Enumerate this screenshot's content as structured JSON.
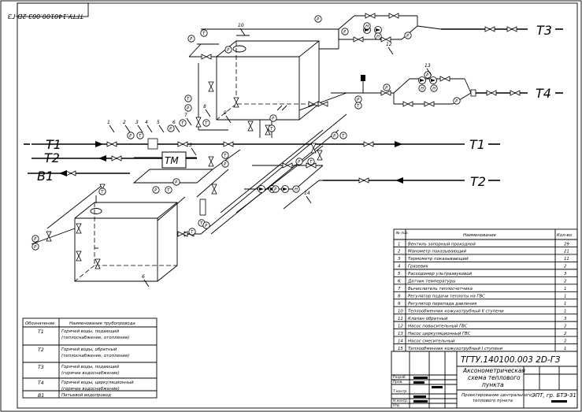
{
  "stamp_top": "ТГТУ.140100.003 2D-ГЗ",
  "stamp_doc": "ТГТУ.140100.003 2D-ГЗ",
  "title_block": {
    "title_lines": [
      "Аксонометрическая",
      "схема теплового",
      "пункта"
    ],
    "subtitle_lines": [
      "Проектирование центрального",
      "теплового пункта"
    ],
    "org": "ЭПТ, гр. БТЭ-31",
    "left_labels": [
      "Разраб.",
      "Пров.",
      "Т.контр.",
      "Н.контр.",
      "Утв."
    ]
  },
  "pipe_labels": {
    "t1_in": "T1",
    "t2_in": "T2",
    "b1_in": "B1",
    "t1_out": "T1",
    "t2_out": "T2",
    "t3_out": "T3",
    "t4_out": "T4"
  },
  "device_labels": {
    "meter": "ТМ",
    "callouts": [
      "1",
      "2",
      "3",
      "4",
      "5",
      "6",
      "7",
      "8",
      "9",
      "10",
      "12",
      "13",
      "14",
      "3",
      "6"
    ],
    "gauge_p": "P",
    "gauge_t": "T",
    "pump_h": "H"
  },
  "spec_table": {
    "headers": {
      "pos": "№ поз.",
      "name": "Наименование",
      "qty": "Кол-во"
    },
    "rows": [
      {
        "pos": "1",
        "name": "Вентиль запорный проходной",
        "qty": "29"
      },
      {
        "pos": "2",
        "name": "Манометр показывающий",
        "qty": "21"
      },
      {
        "pos": "3",
        "name": "Термометр показывающий",
        "qty": "11"
      },
      {
        "pos": "4",
        "name": "Грязевик",
        "qty": "2"
      },
      {
        "pos": "5",
        "name": "Расходомер ультразвуковой",
        "qty": "3"
      },
      {
        "pos": "6",
        "name": "Датчик температуры",
        "qty": "2"
      },
      {
        "pos": "7",
        "name": "Вычислитель теплосчетчика",
        "qty": "1"
      },
      {
        "pos": "8",
        "name": "Регулятор подачи теплоты на ГВС",
        "qty": "1"
      },
      {
        "pos": "9",
        "name": "Регулятор перепада давления",
        "qty": "1"
      },
      {
        "pos": "10",
        "name": "Теплообменник кожухотрубный II ступени",
        "qty": "1"
      },
      {
        "pos": "11",
        "name": "Клапан обратный",
        "qty": "3"
      },
      {
        "pos": "12",
        "name": "Насос повысительный ГВС",
        "qty": "2"
      },
      {
        "pos": "13",
        "name": "Насос циркуляционный ГВС",
        "qty": "2"
      },
      {
        "pos": "14",
        "name": "Насос смесительный",
        "qty": "2"
      },
      {
        "pos": "15",
        "name": "Теплообменник кожухотрубный I ступени",
        "qty": "1"
      }
    ]
  },
  "legend": {
    "headers": {
      "code": "Обозначение",
      "name": "Наименование трубопровода"
    },
    "rows": [
      {
        "code": "T1",
        "lines": [
          "Горячей воды, подающий",
          "(теплоснабжение, отопление)"
        ]
      },
      {
        "code": "T2",
        "lines": [
          "Горячей воды, обратный",
          "(теплоснабжение, отопление)"
        ]
      },
      {
        "code": "T3",
        "lines": [
          "Горячей воды, подающий",
          "(горячее водоснабжение)"
        ]
      },
      {
        "code": "T4",
        "lines": [
          "Горячей воды, циркуляционный",
          "(горячее водоснабжение)"
        ]
      },
      {
        "code": "B1",
        "lines": [
          "Питьевой водопровод"
        ]
      }
    ]
  }
}
